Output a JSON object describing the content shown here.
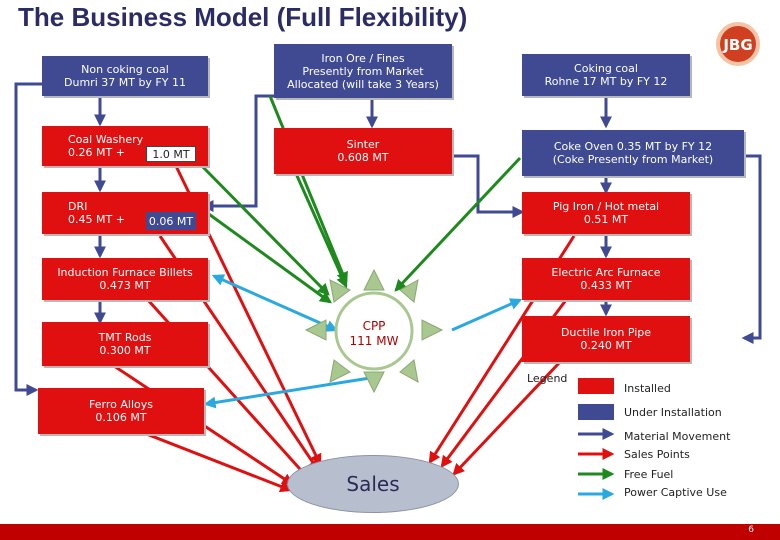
{
  "title": "The Business Model (Full Flexibility)",
  "logo_text": "JBG",
  "boxes": {
    "noncoking": "Non coking coal\nDumri  37 MT by FY 11",
    "ironore": "Iron Ore / Fines\nPresently from Market\nAllocated (will take 3 Years)",
    "cokingcoal": "Coking coal\nRohne  17 MT by FY 12",
    "washery": "Coal Washery\n0.26 MT  +",
    "washery_extra": "1.0 MT",
    "sinter": "Sinter\n0.608 MT",
    "cokeoven": "Coke Oven 0.35 MT by FY 12\n(Coke Presently from Market)",
    "dri": "DRI\n0.45 MT  +",
    "dri_extra": "0.06 MT",
    "pigiron": "Pig Iron / Hot metal\n0.51 MT",
    "induction": "Induction Furnace Billets\n0.473 MT",
    "eaf": "Electric Arc Furnace\n0.433 MT",
    "tmt": "TMT Rods\n0.300 MT",
    "ductile": "Ductile Iron Pipe\n0.240 MT",
    "ferro": "Ferro Alloys\n0.106 MT"
  },
  "cpp": "CPP\n111 MW",
  "sales": "Sales",
  "legend": {
    "title": "Legend",
    "installed": "Installed",
    "under_installation": "Under Installation",
    "material_movement": "Material Movement",
    "sales_points": "Sales  Points",
    "free_fuel": "Free Fuel",
    "power_captive": "Power Captive Use"
  },
  "colors": {
    "installed": "#e01010",
    "under_installation": "#3f4a93",
    "material": "#3f4a93",
    "sales_arrow": "#e01010",
    "fuel": "#1e8a1e",
    "power": "#2aa8e0",
    "cpp_sun": "#a8c890"
  },
  "page_number": "6"
}
